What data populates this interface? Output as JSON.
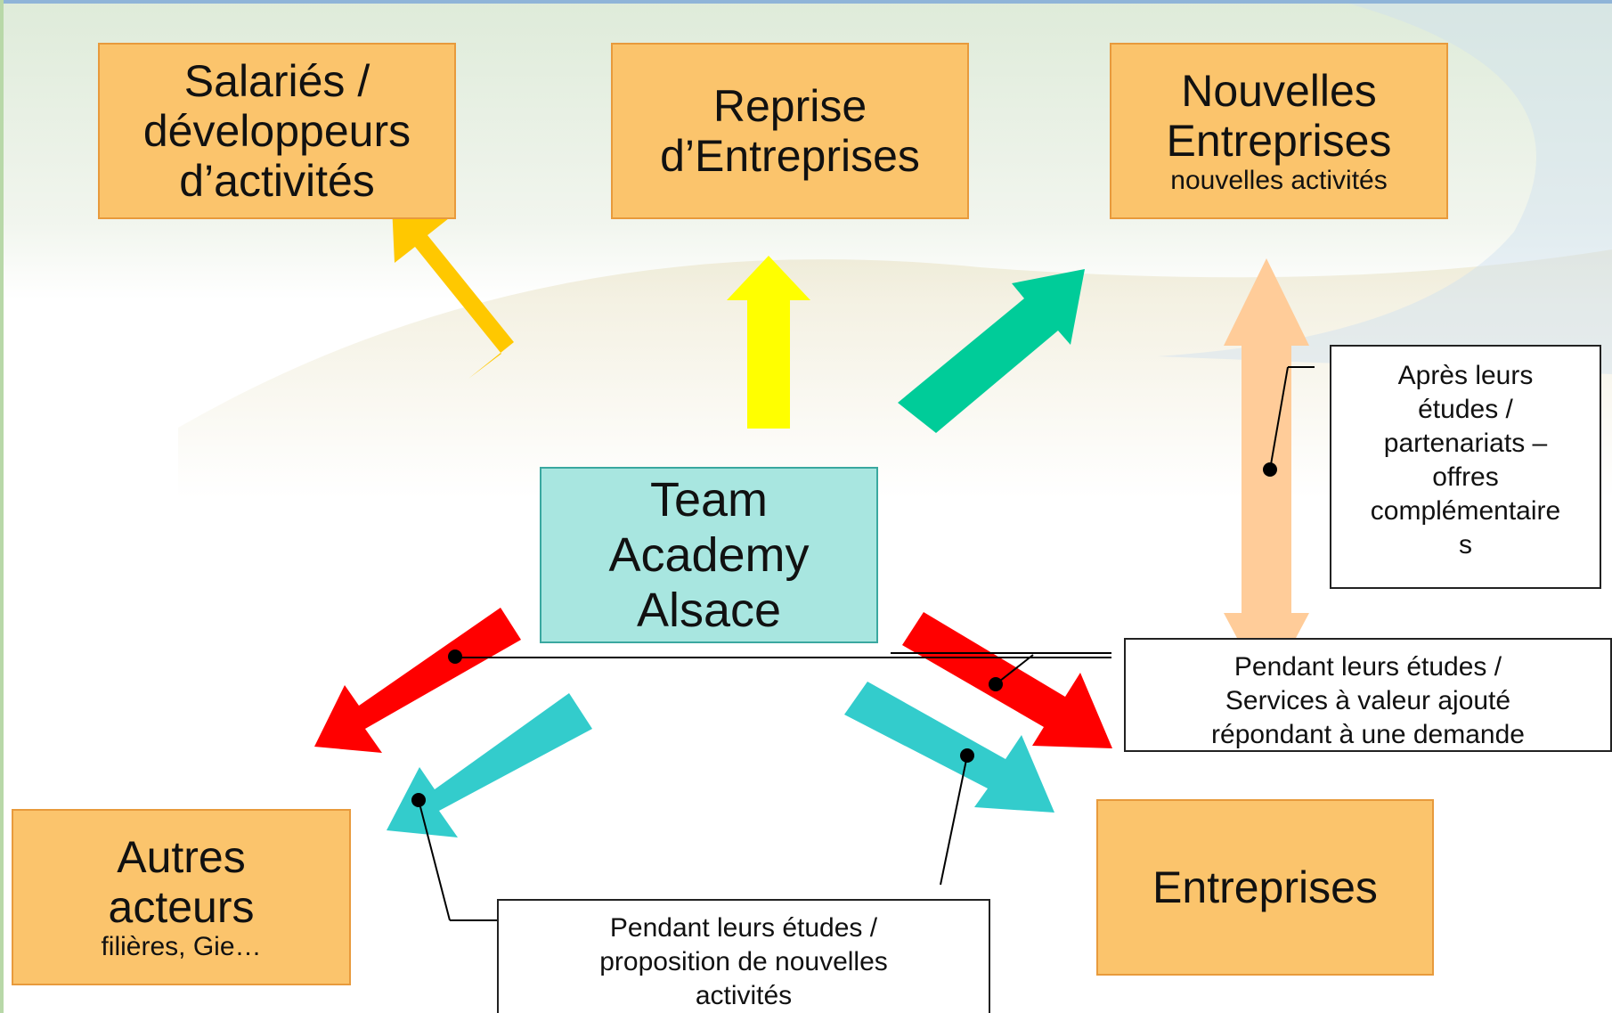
{
  "boxes": {
    "salaries": {
      "lines": [
        "Salariés /",
        "développeurs",
        "d’activités"
      ]
    },
    "reprise": {
      "lines": [
        "Reprise",
        "d’Entreprises"
      ]
    },
    "nouvelles": {
      "lines": [
        "Nouvelles",
        "Entreprises"
      ],
      "sub": "nouvelles activités"
    },
    "autres": {
      "lines": [
        "Autres",
        "acteurs"
      ],
      "sub": "filières, Gie…"
    },
    "entreprises": {
      "lines": [
        "Entreprises"
      ]
    }
  },
  "center": {
    "lines": [
      "Team",
      "Academy",
      "Alsace"
    ]
  },
  "notes": {
    "apres": {
      "lines": [
        "Après leurs",
        "études /",
        "partenariats –",
        "offres",
        "complémentaire",
        "s"
      ]
    },
    "pendant_services": {
      "lines": [
        "Pendant leurs études /",
        "Services à valeur ajouté",
        "répondant à une demande"
      ]
    },
    "pendant_proposition": {
      "lines": [
        "Pendant leurs études /",
        "proposition de nouvelles",
        "activités"
      ]
    }
  },
  "colors": {
    "box_fill": "#fbc46c",
    "center_fill": "#a8e6e0",
    "arrow_orange": "#ffc800",
    "arrow_yellow": "#ffff00",
    "arrow_green": "#00cc99",
    "arrow_red": "#ff0000",
    "arrow_teal": "#33cccc",
    "arrow_peach": "#ffcc99"
  }
}
